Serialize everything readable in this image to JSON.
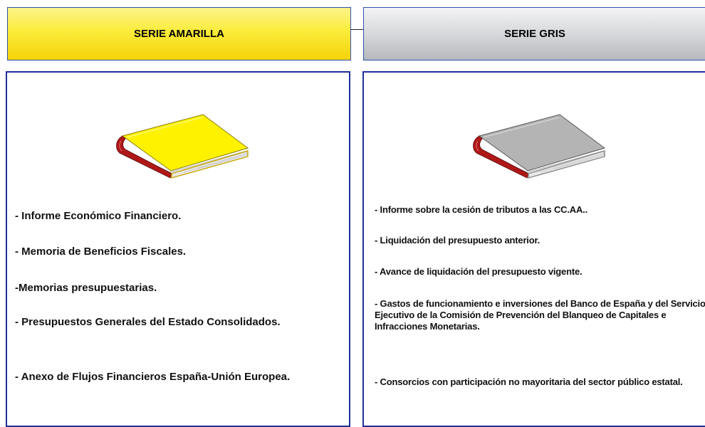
{
  "series": [
    {
      "title": "SERIE AMARILLA",
      "book_color": "#fff200",
      "book_icon": "book-icon",
      "items": [
        "- Informe Económico Financiero.",
        "- Memoria de Beneficios Fiscales.",
        "-Memorias presupuestarias.",
        "- Presupuestos Generales del Estado Consolidados.",
        "- Anexo de Flujos Financieros España-Unión Europea."
      ]
    },
    {
      "title": "SERIE GRIS",
      "book_color": "#b4b4b4",
      "book_icon": "book-icon",
      "items": [
        "- Informe sobre la cesión de tributos a las CC.AA..",
        "- Liquidación del presupuesto anterior.",
        "- Avance de liquidación del presupuesto vigente.",
        "- Gastos de funcionamiento e inversiones del Banco de España y del Servicio Ejecutivo de la Comisión de Prevención del Blanqueo de Capitales e Infracciones Monetarias.",
        "- Consorcios con participación no mayoritaria del sector público estatal."
      ]
    }
  ]
}
